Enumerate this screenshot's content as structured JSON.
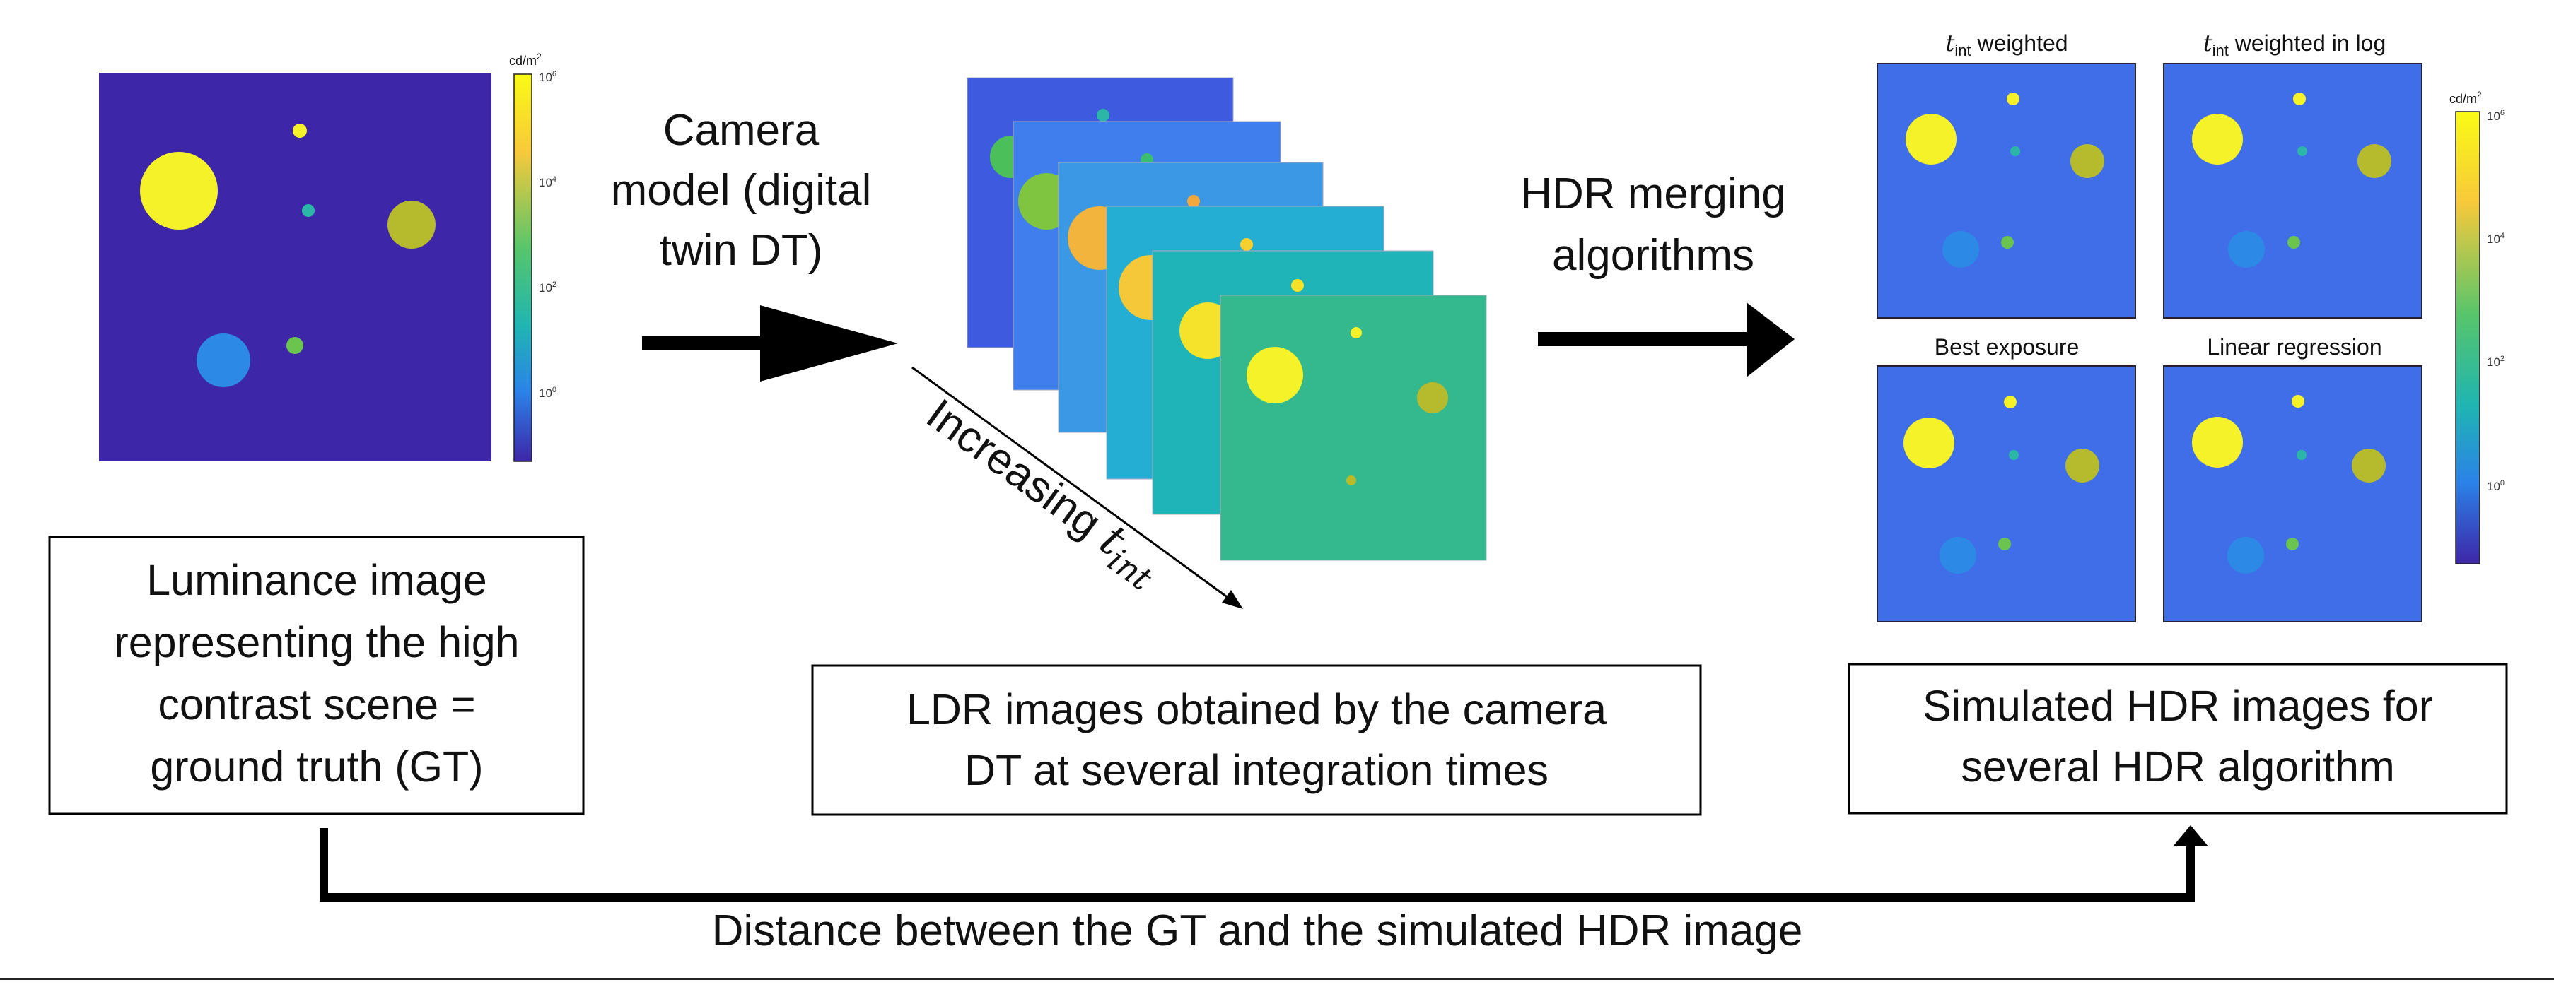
{
  "colors": {
    "gt_background": "#3e26a8",
    "ldr_blue": "#3f6ee8",
    "yellow": "#f5f22a",
    "olive": "#b6bb2e",
    "teal": "#2bb6a8",
    "green": "#6ac44e",
    "blue": "#2c8ae6",
    "colorbar_top": "#f9fb15",
    "colorbar_mid": "#20b6a8",
    "colorbar_bottom": "#3e26a8"
  },
  "gt_colorbar": {
    "unit_base": "cd/m",
    "unit_exp": "2",
    "ticks": [
      {
        "base": "10",
        "exp": "6"
      },
      {
        "base": "10",
        "exp": "4"
      },
      {
        "base": "10",
        "exp": "2"
      },
      {
        "base": "10",
        "exp": "0"
      }
    ]
  },
  "hdr_colorbar": {
    "unit_base": "cd/m",
    "unit_exp": "2",
    "ticks": [
      {
        "base": "10",
        "exp": "6"
      },
      {
        "base": "10",
        "exp": "4"
      },
      {
        "base": "10",
        "exp": "2"
      },
      {
        "base": "10",
        "exp": "0"
      }
    ]
  },
  "camera_model_label": [
    "Camera",
    "model (digital",
    "twin DT)"
  ],
  "hdr_merging_label": [
    "HDR merging",
    "algorithms"
  ],
  "increasing_label": {
    "text": "Increasing ",
    "var": "t",
    "sub": "int"
  },
  "gt_box_lines": [
    "Luminance image",
    "representing the high",
    "contrast scene =",
    "ground truth (GT)"
  ],
  "ldr_box_lines": [
    "LDR images obtained by the camera",
    "DT at several integration times"
  ],
  "hdr_box_lines": [
    "Simulated HDR images for",
    "several HDR algorithm"
  ],
  "panel_titles": {
    "tl": {
      "var": "t",
      "sub": "int",
      "rest": " weighted"
    },
    "tr": {
      "var": "t",
      "sub": "int",
      "rest": " weighted in log"
    },
    "bl": {
      "text": "Best exposure"
    },
    "br": {
      "text": "Linear regression"
    }
  },
  "distance_label": "Distance between the GT and the simulated HDR image"
}
